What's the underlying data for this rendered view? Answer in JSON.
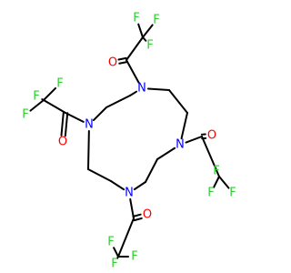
{
  "molecule": {
    "colors": {
      "bond": "#000000",
      "N": "#0000ff",
      "O": "#ff0000",
      "F": "#33cc33"
    },
    "atoms": [
      {
        "id": "n1",
        "element": "N",
        "label": "N"
      },
      {
        "id": "n2",
        "element": "N",
        "label": "N"
      },
      {
        "id": "n3",
        "element": "N",
        "label": "N"
      },
      {
        "id": "n4",
        "element": "N",
        "label": "N"
      },
      {
        "id": "o1",
        "element": "O",
        "label": "O"
      },
      {
        "id": "o2",
        "element": "O",
        "label": "O"
      },
      {
        "id": "o3",
        "element": "O",
        "label": "O"
      },
      {
        "id": "o4",
        "element": "O",
        "label": "O"
      },
      {
        "id": "f1",
        "element": "F",
        "label": "F"
      },
      {
        "id": "f2",
        "element": "F",
        "label": "F"
      },
      {
        "id": "f3",
        "element": "F",
        "label": "F"
      },
      {
        "id": "f4",
        "element": "F",
        "label": "F"
      },
      {
        "id": "f5",
        "element": "F",
        "label": "F"
      },
      {
        "id": "f6",
        "element": "F",
        "label": "F"
      },
      {
        "id": "f7",
        "element": "F",
        "label": "F"
      },
      {
        "id": "f8",
        "element": "F",
        "label": "F"
      },
      {
        "id": "f9",
        "element": "F",
        "label": "F"
      },
      {
        "id": "f10",
        "element": "F",
        "label": "F"
      },
      {
        "id": "f11",
        "element": "F",
        "label": "F"
      },
      {
        "id": "f12",
        "element": "F",
        "label": "F"
      }
    ]
  }
}
